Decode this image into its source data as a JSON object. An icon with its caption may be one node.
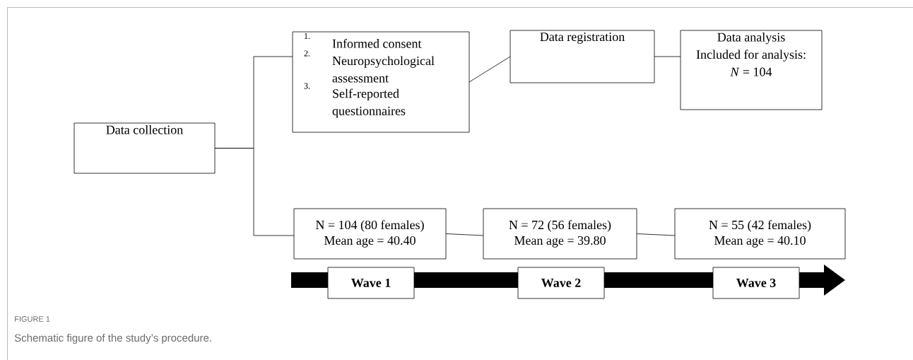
{
  "diagram": {
    "caption": "Schematic figure of the study’s procedure.",
    "nodes": [
      {
        "text": [
          "Data collection"
        ]
      },
      {
        "text": [
          "1.",
          "Informed consent",
          "2.",
          "Neuropsychological assessment",
          "3.",
          "Self-reported questionnaires"
        ]
      },
      {
        "text": [
          "Data registration"
        ]
      },
      {
        "text": [
          "Data analysis",
          "Included for analysis:",
          "*N* = 104"
        ]
      },
      {
        "text": [
          "N = 104 (80 females)",
          "Mean age = 40.40"
        ]
      },
      {
        "text": [
          "N = 72 (56 females)",
          "Mean age = 39.80"
        ]
      },
      {
        "text": [
          "N = 55 (42 females)",
          "Mean age = 40.10"
        ]
      },
      {
        "text": [
          "Wave 1"
        ]
      },
      {
        "text": [
          "Wave 2"
        ]
      },
      {
        "text": [
          "Wave 3"
        ]
      }
    ],
    "edges": [
      {
        "from": 0,
        "to": 1,
        "arrow": "none"
      },
      {
        "from": 0,
        "to": 4,
        "arrow": "none"
      },
      {
        "from": 1,
        "to": 2,
        "arrow": "none"
      },
      {
        "from": 2,
        "to": 3,
        "arrow": "none"
      },
      {
        "from": 4,
        "to": 5,
        "arrow": "none"
      },
      {
        "from": 5,
        "to": 6,
        "arrow": "none"
      }
    ],
    "labels": [
      "FIGURE 1"
    ]
  }
}
